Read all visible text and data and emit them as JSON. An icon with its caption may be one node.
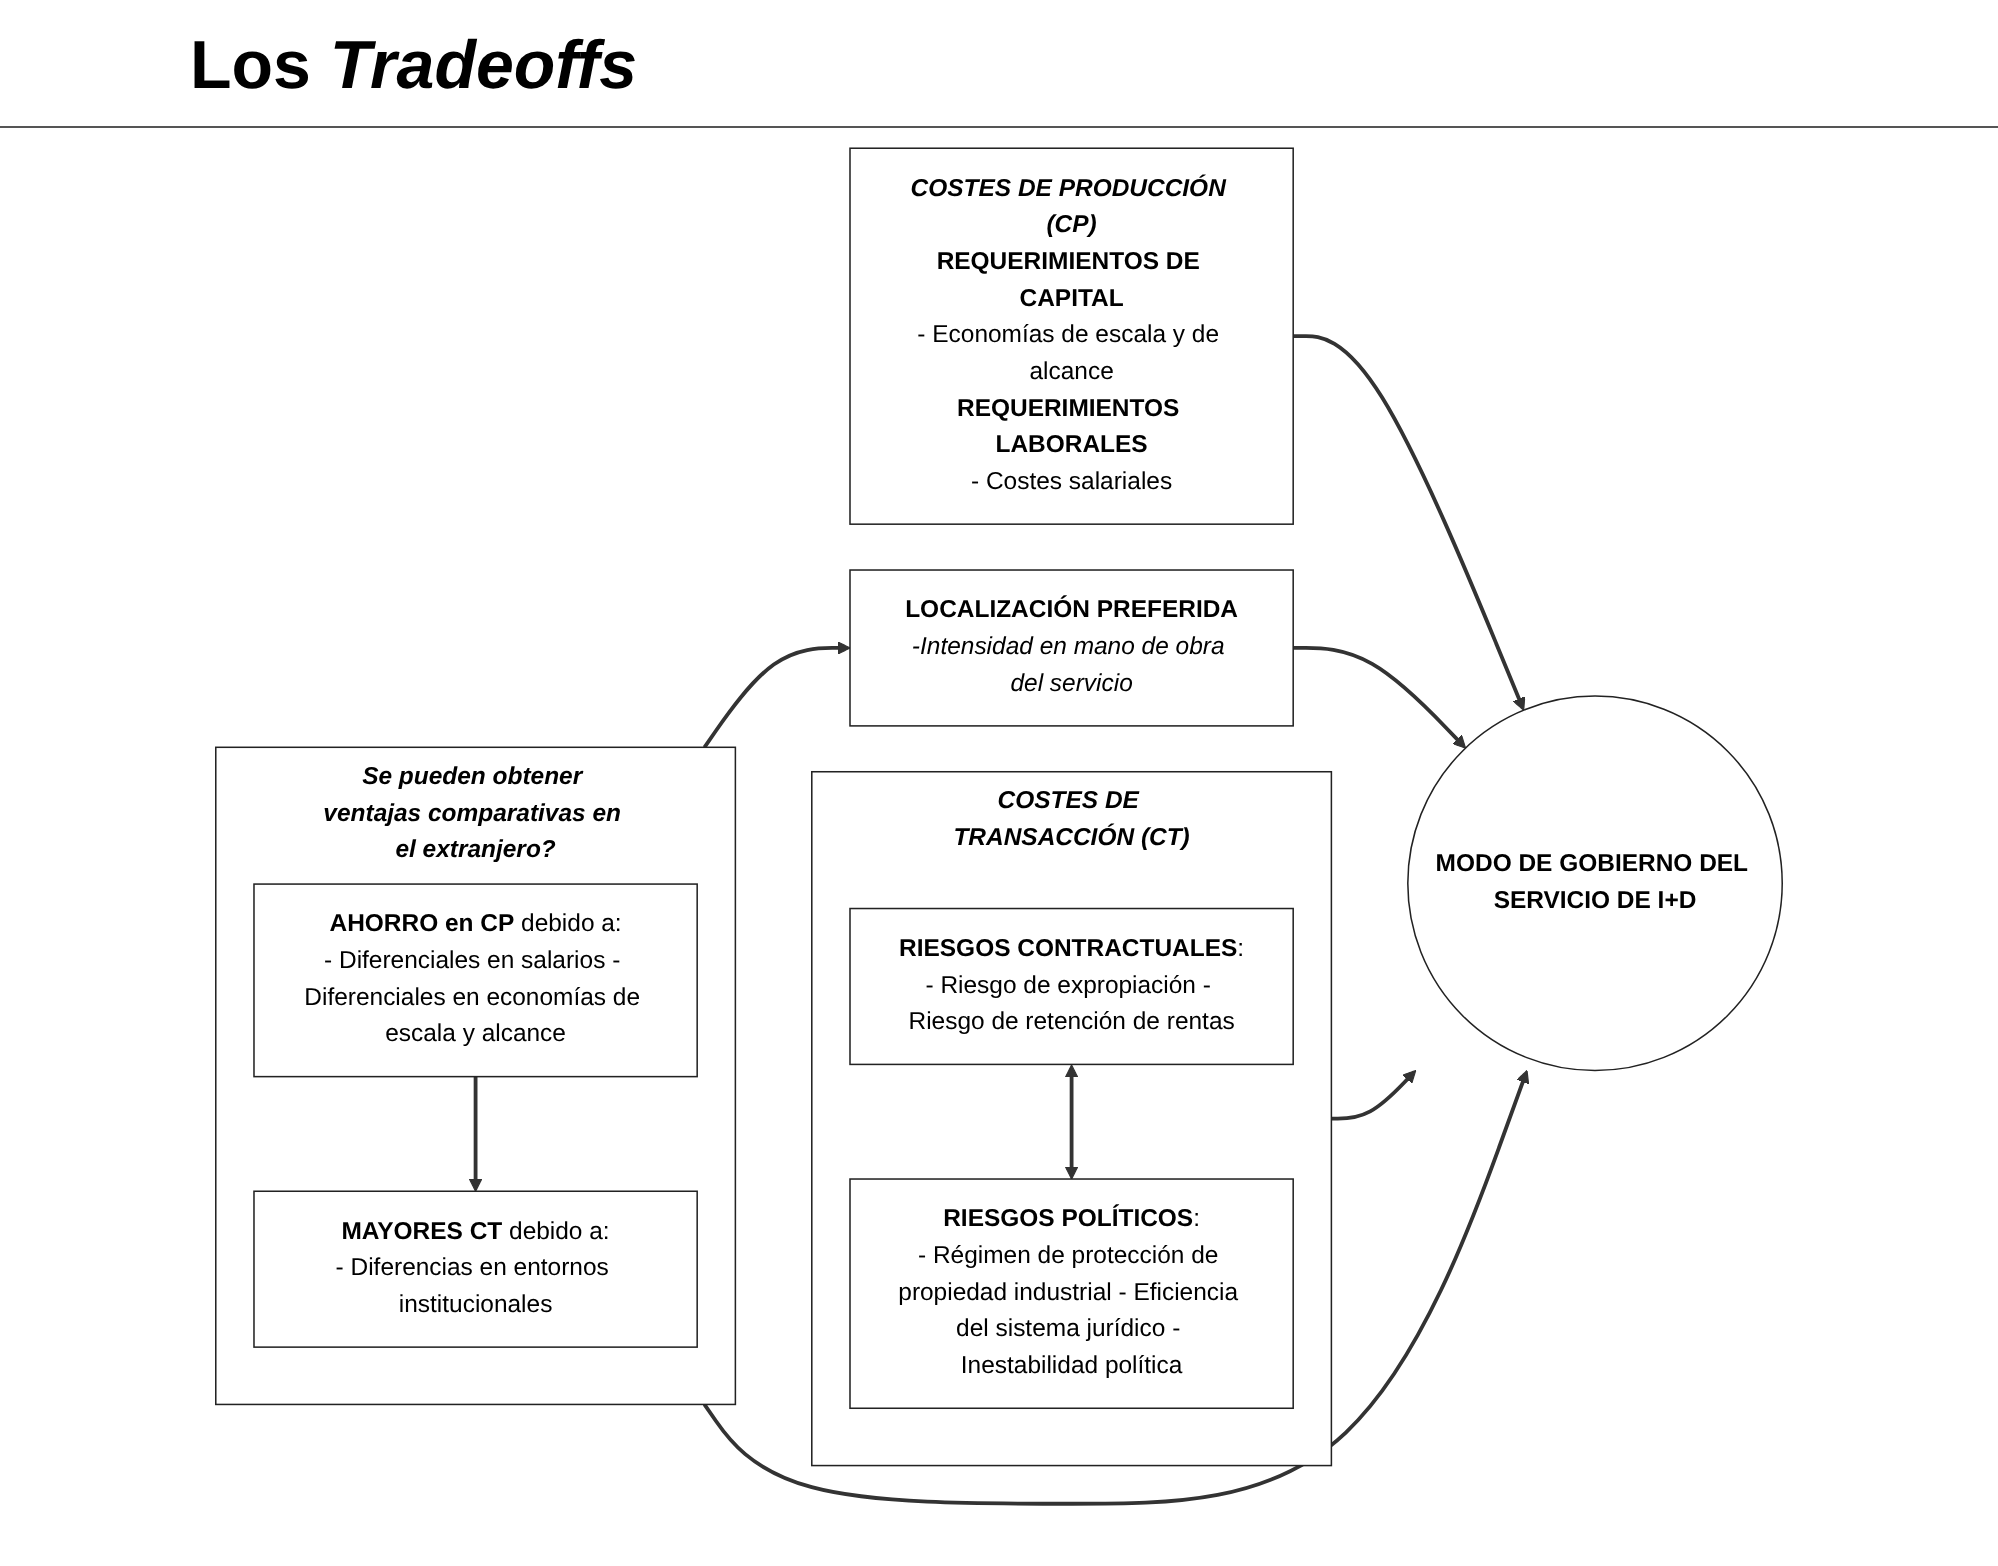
{
  "diagram": {
    "title": "Los *Tradeoffs*",
    "nodes": [
      {
        "text": [
          "COSTES DE TRANSACCIÓN (CT)"
        ]
      },
      {
        "text": [
          "**RIESGOS CONTRACTUALES**:",
          "- Riesgo de expropiación - Riesgo de retención de rentas"
        ],
        "in": 0
      },
      {
        "text": [
          "**RIESGOS POLÍTICOS**:",
          "- Régimen de protección de propiedad industrial - Eficiencia del sistema jurídico - Inestabilidad política"
        ],
        "in": 0
      },
      {
        "text": [
          "MODO DE GOBIERNO DEL SERVICIO DE I+D"
        ]
      },
      {
        "text": [
          "Se pueden obtener ventajas comparativas en el extranjero?"
        ]
      },
      {
        "text": [
          "**AHORRO en CP** debido a:",
          "- Diferenciales en salarios - Diferenciales en economías de escala y alcance"
        ],
        "in": 4
      },
      {
        "text": [
          "**MAYORES CT** debido a:",
          "- Diferencias en entornos institucionales"
        ],
        "in": 4
      },
      {
        "text": [
          "COSTES DE PRODUCCIÓN (CP)",
          "REQUERIMIENTOS DE CAPITAL",
          "- Economías de escala y de alcance",
          "REQUERIMIENTOS LABORALES",
          "- Costes salariales"
        ]
      },
      {
        "text": [
          "LOCALIZACIÓN PREFERIDA",
          "-Intensidad en mano de obra del servicio"
        ]
      }
    ],
    "edges": [
      {
        "from": 1,
        "to": 2,
        "arrow": "both"
      },
      {
        "from": 0,
        "to": 3,
        "arrow": "to"
      },
      {
        "from": 4,
        "to": 3,
        "arrow": "to"
      },
      {
        "from": 5,
        "to": 6,
        "arrow": "to"
      },
      {
        "from": 4,
        "to": 8,
        "arrow": "to"
      },
      {
        "from": 7,
        "to": 3,
        "arrow": "to"
      },
      {
        "from": 8,
        "to": 3,
        "arrow": "to"
      }
    ]
  }
}
